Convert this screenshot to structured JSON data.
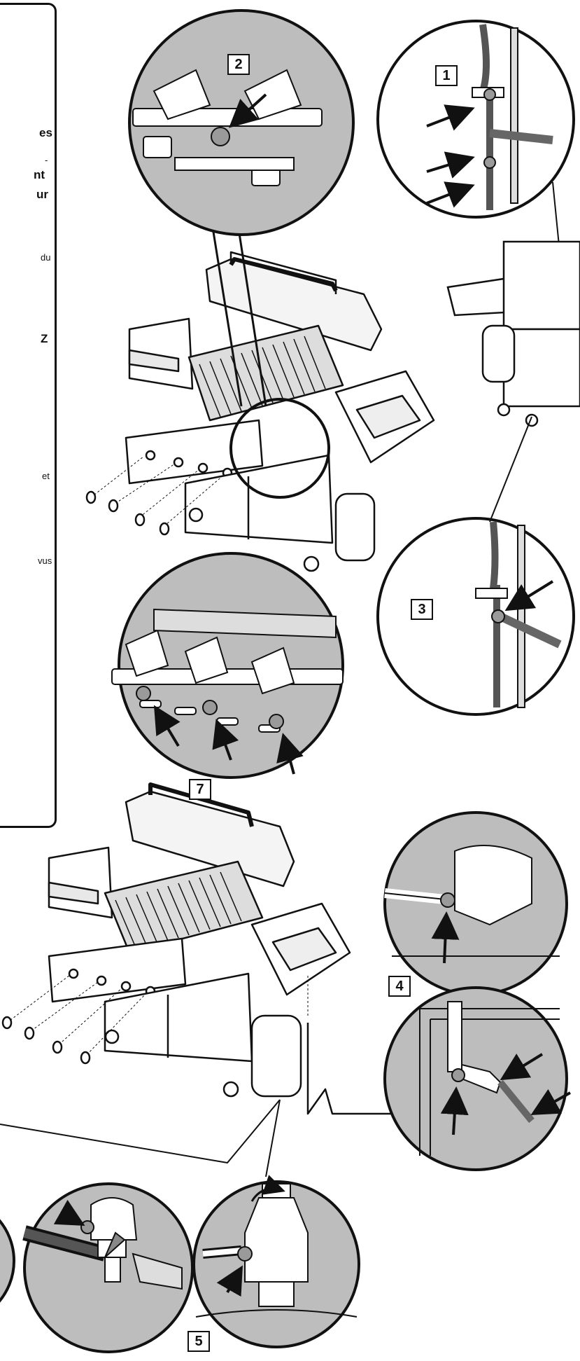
{
  "steps": {
    "step1": "1",
    "step2": "2",
    "step3": "3",
    "step4": "4",
    "step5": "5",
    "step7": "7"
  },
  "side_text": {
    "f1": "es",
    "f2": "-",
    "f3": "nt",
    "f4": "ur",
    "f5": "du",
    "f6": "Z",
    "f7": "et",
    "f8": "vus"
  },
  "colors": {
    "circle_fill": "#bdbdbd",
    "line": "#111111",
    "leak_marker": "#9a9a9a"
  }
}
